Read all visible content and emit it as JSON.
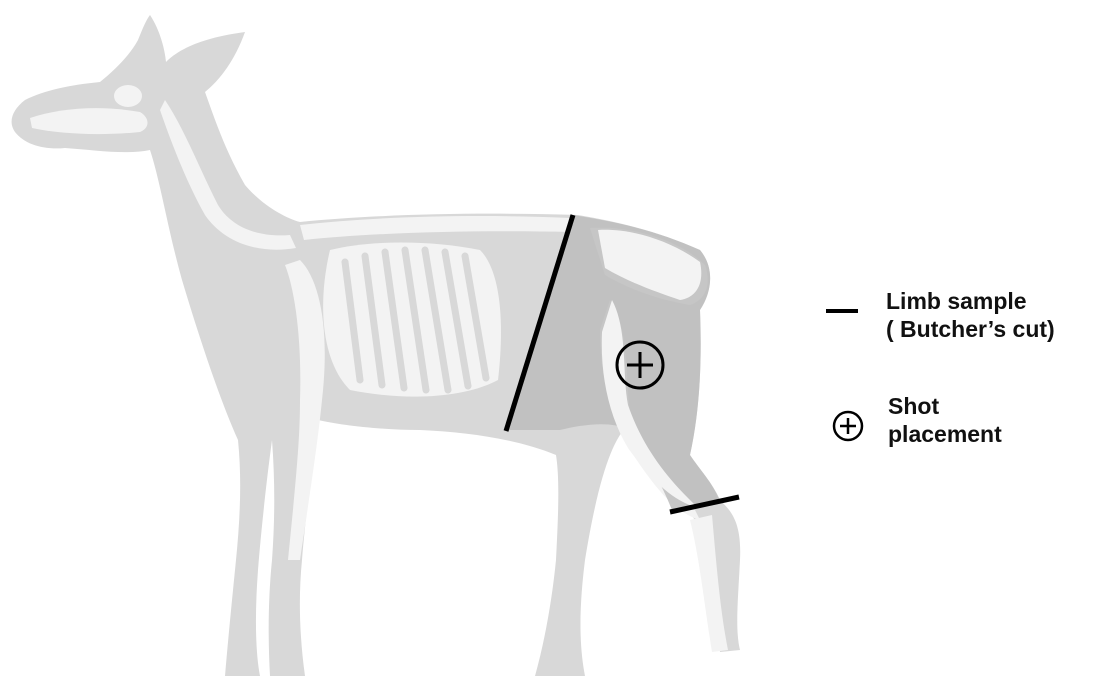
{
  "diagram": {
    "colors": {
      "silhouette": "#d8d8d8",
      "bone": "#f3f3f3",
      "sample_region": "#bdbdbd",
      "marker": "#000000"
    },
    "markers": {
      "cut_lines": [
        "limb-cut-upper",
        "limb-cut-lower"
      ],
      "shot_icon": "crosshair-circle-icon"
    }
  },
  "legend": {
    "limb_sample": {
      "line1": "Limb sample",
      "line2": "( Butcher’s cut)",
      "icon": "cut-line-icon"
    },
    "shot_placement": {
      "line1": "Shot",
      "line2": "placement",
      "icon": "crosshair-circle-icon"
    }
  }
}
